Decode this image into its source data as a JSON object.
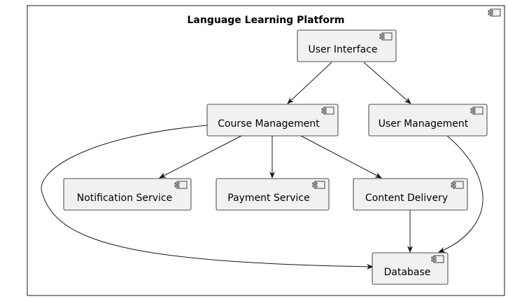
{
  "diagram": {
    "container_title": "Language Learning Platform",
    "nodes": {
      "user_interface": "User Interface",
      "course_management": "Course Management",
      "user_management": "User Management",
      "notification_service": "Notification Service",
      "payment_service": "Payment Service",
      "content_delivery": "Content Delivery",
      "database": "Database"
    },
    "edges": [
      {
        "from": "User Interface",
        "to": "Course Management"
      },
      {
        "from": "User Interface",
        "to": "User Management"
      },
      {
        "from": "Course Management",
        "to": "Notification Service"
      },
      {
        "from": "Course Management",
        "to": "Payment Service"
      },
      {
        "from": "Course Management",
        "to": "Content Delivery"
      },
      {
        "from": "Course Management",
        "to": "Database"
      },
      {
        "from": "User Management",
        "to": "Database"
      },
      {
        "from": "Content Delivery",
        "to": "Database"
      }
    ],
    "colors": {
      "node_fill": "#f1f1f1",
      "stroke": "#181818"
    },
    "icon": "component-icon"
  }
}
